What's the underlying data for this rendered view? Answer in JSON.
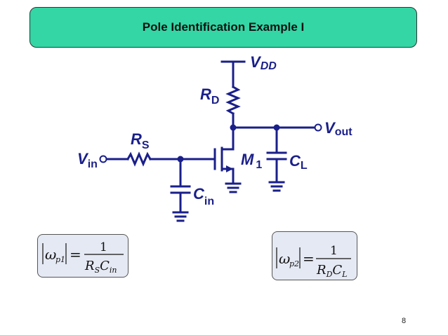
{
  "title": "Pole Identification Example I",
  "circuit": {
    "vdd": {
      "main": "V",
      "sub": "DD"
    },
    "rd": {
      "main": "R",
      "sub": "D"
    },
    "vout": {
      "main": "V",
      "sub": "out"
    },
    "rs": {
      "main": "R",
      "sub": "S"
    },
    "vin": {
      "main": "V",
      "sub": "in"
    },
    "m1": {
      "main": "M",
      "sub": "1"
    },
    "cl": {
      "main": "C",
      "sub": "L"
    },
    "cin": {
      "main": "C",
      "sub": "in"
    }
  },
  "equations": {
    "wp1": {
      "omega": "ω",
      "sub": "p1",
      "eq": "=",
      "num": "1",
      "den1": "R",
      "den1_sub": "S",
      "den2": "C",
      "den2_sub": "in"
    },
    "wp2": {
      "omega": "ω",
      "sub": "p2",
      "eq": "=",
      "num": "1",
      "den1": "R",
      "den1_sub": "D",
      "den2": "C",
      "den2_sub": "L"
    }
  },
  "page_number": "8",
  "colors": {
    "title_bg": "#33d6a4",
    "circuit": "#1a1f8a",
    "equation_bg": "#e5e9f3"
  }
}
